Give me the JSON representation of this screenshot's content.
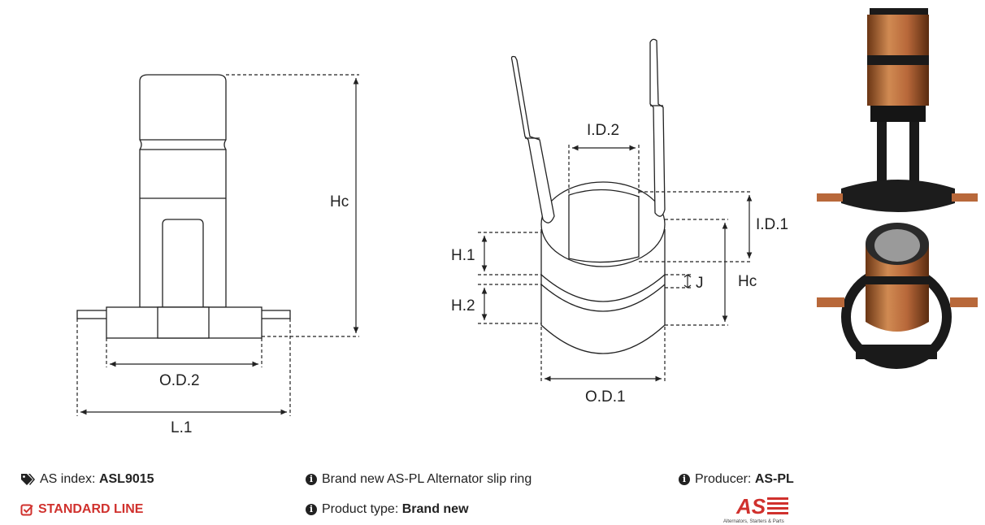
{
  "drawing_left": {
    "labels": {
      "height": "Hc",
      "outer_diameter": "O.D.2",
      "length": "L.1"
    }
  },
  "drawing_center": {
    "labels": {
      "inner_diameter_top": "I.D.2",
      "inner_diameter": "I.D.1",
      "h1": "H.1",
      "h2": "H.2",
      "j": "J",
      "height": "Hc",
      "outer_diameter": "O.D.1"
    }
  },
  "info": {
    "as_index_label": "AS index:",
    "as_index_value": "ASL9015",
    "line_label": "STANDARD LINE",
    "description": "Brand new AS-PL Alternator slip ring",
    "product_type_label": "Product type:",
    "product_type_value": "Brand new",
    "producer_label": "Producer:",
    "producer_value": "AS-PL"
  },
  "logo": {
    "mark": "AS",
    "tagline": "Alternators, Starters & Parts"
  },
  "colors": {
    "accent_red": "#d0312d",
    "copper": "#b8683a",
    "plastic": "#1a1a1a"
  },
  "icons": [
    "tags-icon",
    "checkbox-icon",
    "info-icon"
  ]
}
